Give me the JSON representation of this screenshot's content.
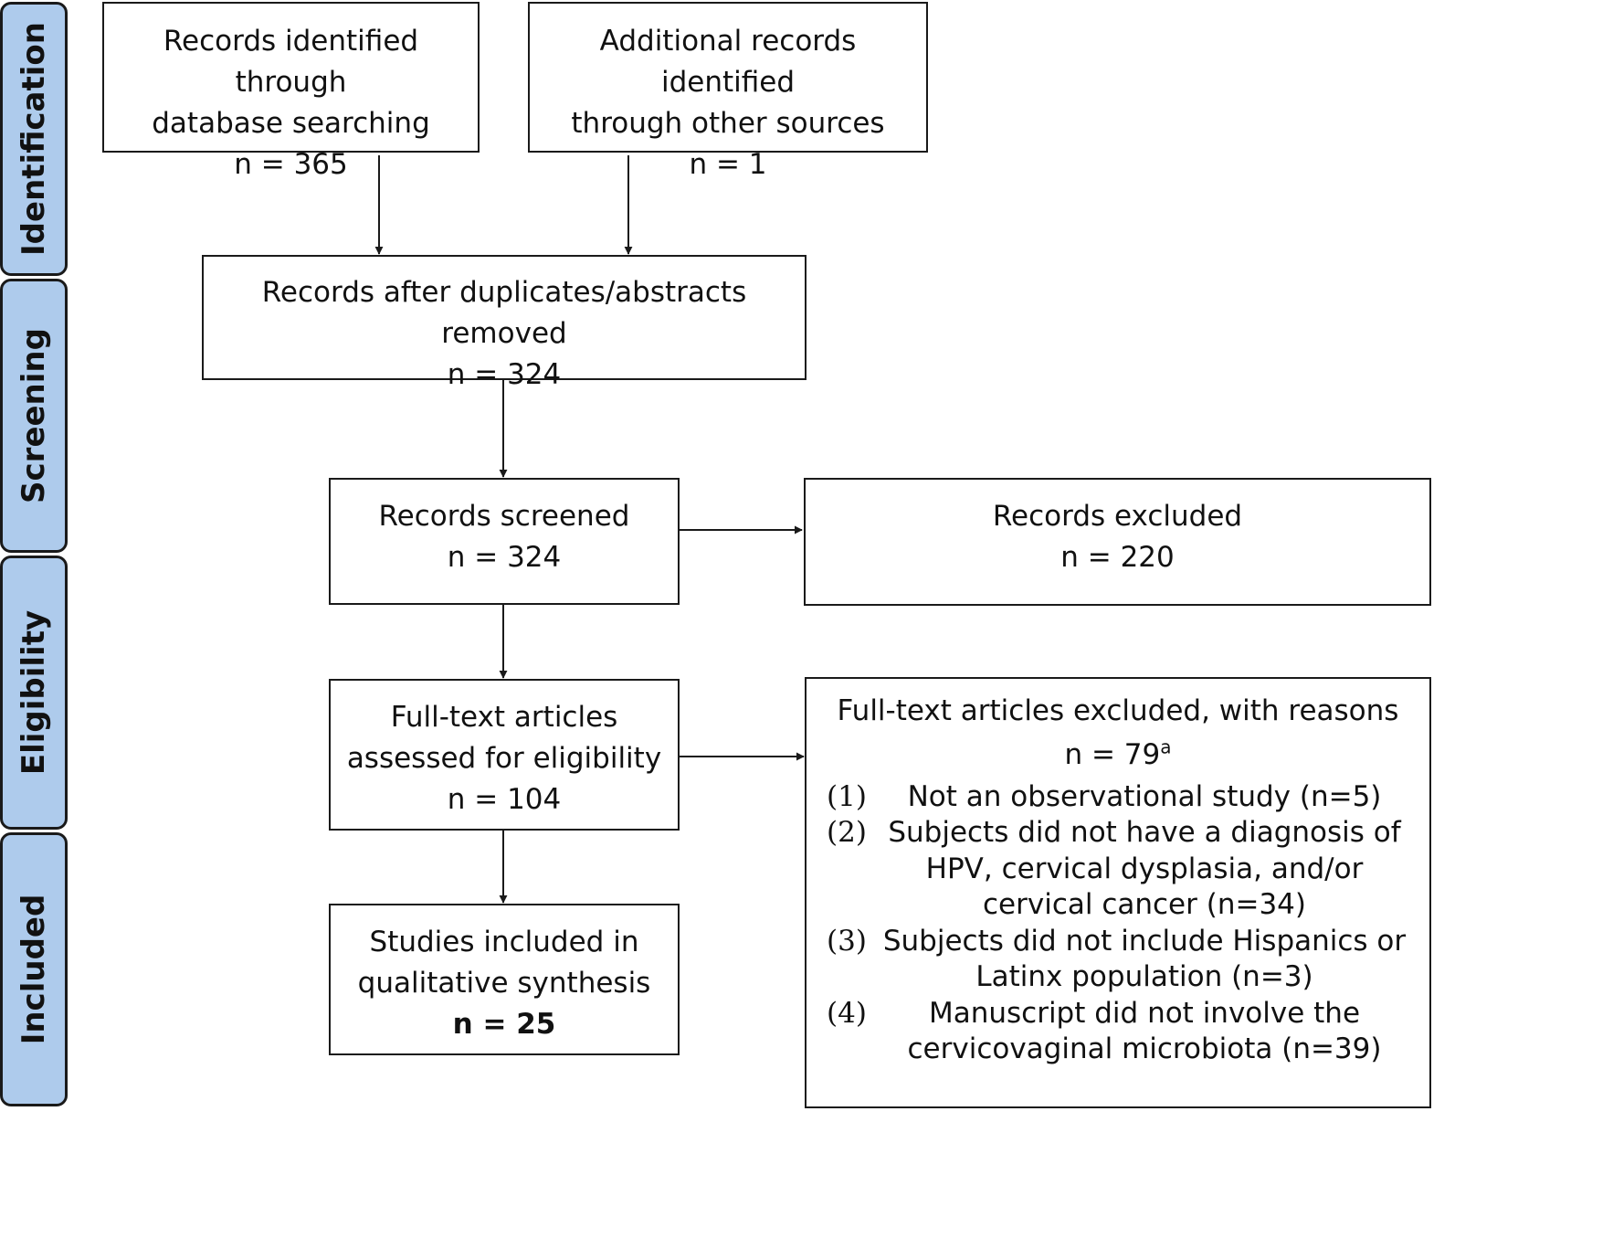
{
  "stages": {
    "identification": "Identification",
    "screening": "Screening",
    "eligibility": "Eligibility",
    "included": "Included"
  },
  "identified_db": {
    "line1": "Records identified through",
    "line2": "database searching",
    "count": "n = 365"
  },
  "identified_other": {
    "line1": "Additional records identified",
    "line2": "through other sources",
    "count": "n = 1"
  },
  "after_duplicates": {
    "line1": "Records after duplicates/abstracts removed",
    "count": "n = 324"
  },
  "screened": {
    "line1": "Records screened",
    "count": "n = 324"
  },
  "excluded": {
    "line1": "Records excluded",
    "count": "n = 220"
  },
  "fulltext": {
    "line1": "Full-text articles",
    "line2": "assessed for eligibility",
    "count": "n = 104"
  },
  "fulltext_excluded": {
    "title": "Full-text articles excluded, with reasons",
    "count": "n = 79",
    "count_sup": "a",
    "reasons": [
      {
        "num": "(1)",
        "text": "Not an observational study (n=5)"
      },
      {
        "num": "(2)",
        "text": "Subjects did not have a diagnosis of HPV, cervical dysplasia, and/or cervical cancer (n=34)"
      },
      {
        "num": "(3)",
        "text": "Subjects did not include Hispanics or Latinx population (n=3)"
      },
      {
        "num": "(4)",
        "text": "Manuscript did not involve the cervicovaginal microbiota (n=39)"
      }
    ]
  },
  "included_box": {
    "line1": "Studies included in",
    "line2": "qualitative synthesis",
    "count": "n = 25"
  }
}
